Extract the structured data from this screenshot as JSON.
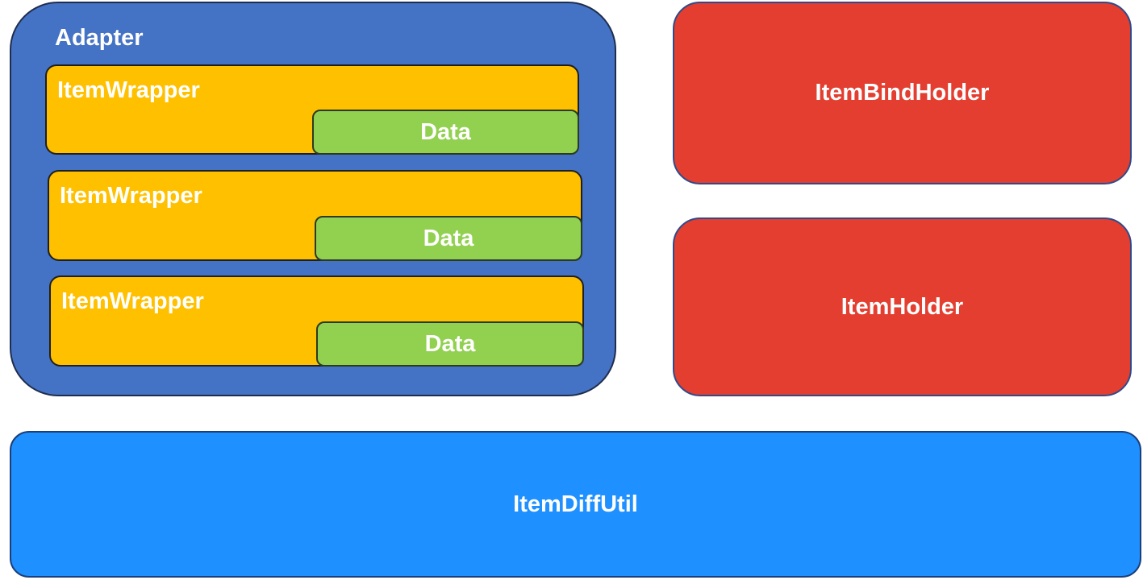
{
  "adapter": {
    "title": "Adapter",
    "items": [
      {
        "label": "ItemWrapper",
        "data_label": "Data"
      },
      {
        "label": "ItemWrapper",
        "data_label": "Data"
      },
      {
        "label": "ItemWrapper",
        "data_label": "Data"
      }
    ]
  },
  "item_bind_holder": {
    "label": "ItemBindHolder"
  },
  "item_holder": {
    "label": "ItemHolder"
  },
  "item_diff_util": {
    "label": "ItemDiffUtil"
  }
}
